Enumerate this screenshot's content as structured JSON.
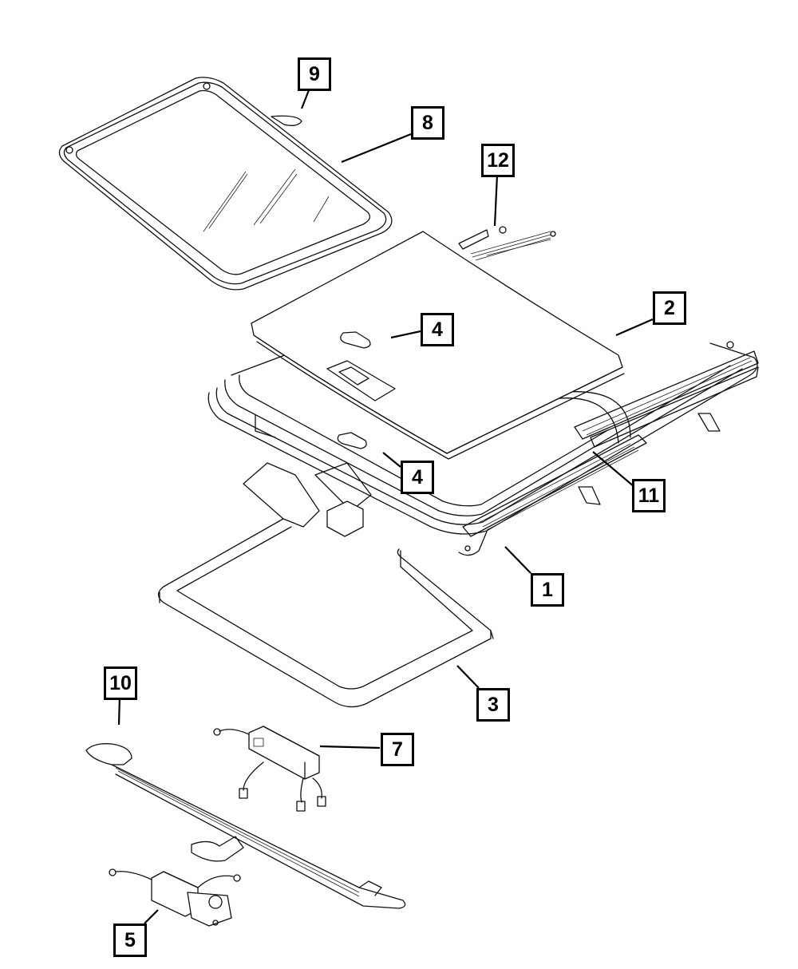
{
  "diagram": {
    "type": "exploded-parts-diagram",
    "subject": "sunroof assembly",
    "line_color": "#111111",
    "background_color": "#ffffff",
    "callouts": [
      {
        "id": "c9",
        "label": "9",
        "part": "glass-seal-clip"
      },
      {
        "id": "c8",
        "label": "8",
        "part": "sunroof-glass"
      },
      {
        "id": "c12",
        "label": "12",
        "part": "rear-track-bracket"
      },
      {
        "id": "c2",
        "label": "2",
        "part": "sunshade-panel"
      },
      {
        "id": "c4a",
        "label": "4",
        "part": "sunshade-handle-upper"
      },
      {
        "id": "c4b",
        "label": "4",
        "part": "sunshade-handle-lower"
      },
      {
        "id": "c11",
        "label": "11",
        "part": "side-track-rail"
      },
      {
        "id": "c1",
        "label": "1",
        "part": "sunroof-frame-housing"
      },
      {
        "id": "c3",
        "label": "3",
        "part": "frame-seal"
      },
      {
        "id": "c10",
        "label": "10",
        "part": "drive-cable-channel"
      },
      {
        "id": "c7",
        "label": "7",
        "part": "control-module-harness"
      },
      {
        "id": "c5",
        "label": "5",
        "part": "sunroof-motor"
      }
    ]
  }
}
